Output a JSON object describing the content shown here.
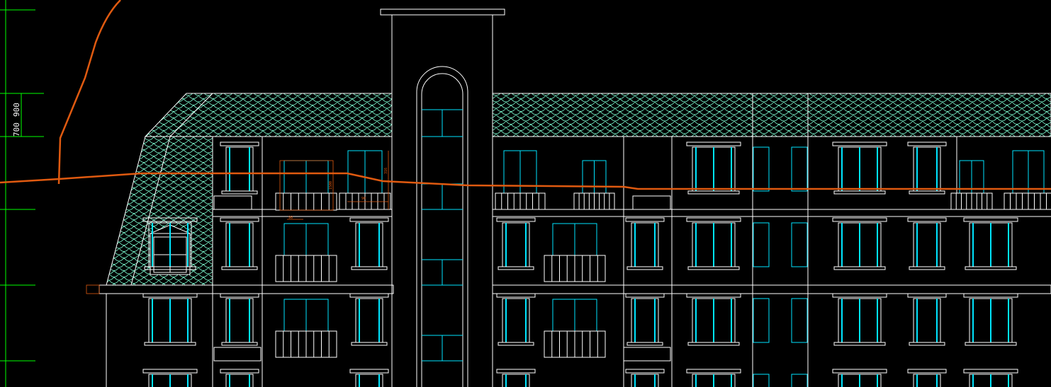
{
  "dimensions": {
    "left_vertical_labels": [
      "900",
      "700"
    ]
  },
  "annotations": {
    "stair_window_heights": [
      "1500",
      "316"
    ],
    "small_dims": [
      "90",
      "90"
    ]
  },
  "colors": {
    "background": "#000000",
    "outline": "#ffffff",
    "glass": "#00e5ff",
    "roof_tiles": "#7fffd4",
    "dimension_line": "#00ff00",
    "markup": "#e05a10"
  }
}
